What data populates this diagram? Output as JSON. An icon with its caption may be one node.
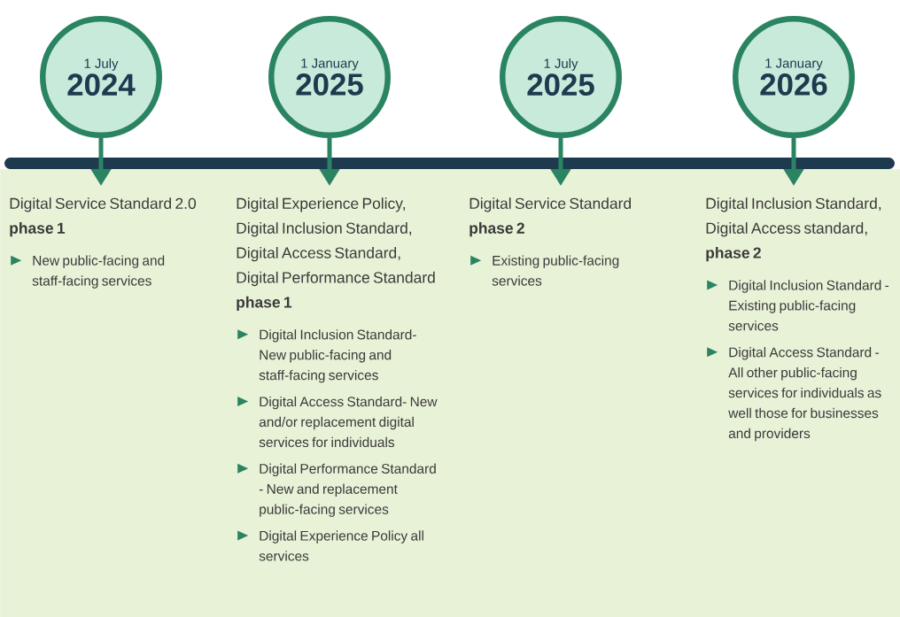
{
  "diagram": {
    "nodes": [
      {
        "text": [
          "1 July",
          "2024"
        ]
      },
      {
        "text": [
          "1 January",
          "2025"
        ]
      },
      {
        "text": [
          "1 July",
          "2025"
        ]
      },
      {
        "text": [
          "1 January",
          "2026"
        ]
      },
      {
        "text": [],
        "shape": "box"
      },
      {
        "text": [
          "Digital Service Standard 2.0",
          "phase 1",
          "New public-facing and staff-facing services"
        ],
        "in": 4
      },
      {
        "text": [
          "Digital Experience Policy, Digital Inclusion Standard, Digital Access Standard, Digital Performance Standard",
          "phase 1",
          "Digital Inclusion Standard- New public-facing and staff-facing services",
          "Digital Access Standard- New and/or replacement digital services for individuals",
          "Digital Performance Standard - New and replacement public-facing services",
          "Digital Experience Policy all services"
        ],
        "in": 4
      },
      {
        "text": [
          "Digital Service Standard",
          "phase 2",
          "Existing public-facing services"
        ],
        "in": 4
      },
      {
        "text": [
          "Digital Inclusion Standard, Digital Access standard,",
          "phase 2",
          "Digital Inclusion Standard - Existing public-facing services",
          "Digital Access Standard - All other public-facing services for individuals as well those for businesses and providers"
        ],
        "in": 4
      }
    ],
    "edges": [
      {
        "from": 0,
        "to": 5,
        "arrow": "to"
      },
      {
        "from": 1,
        "to": 6,
        "arrow": "to"
      },
      {
        "from": 2,
        "to": 7,
        "arrow": "to"
      },
      {
        "from": 3,
        "to": 8,
        "arrow": "to"
      }
    ]
  }
}
